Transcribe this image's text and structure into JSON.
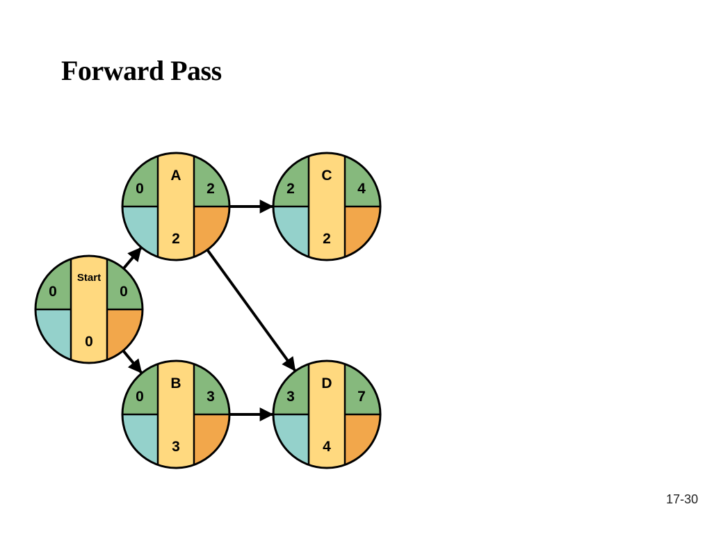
{
  "slide": {
    "title": "Forward Pass",
    "number": "17-30"
  },
  "colors": {
    "early_quadrant": "#86b97d",
    "late_quadrant": "#f2a74b",
    "slack_quadrant": "#94d1cb",
    "center_band": "#ffd97f",
    "outline": "#000000"
  },
  "nodes": [
    {
      "id": "start",
      "label": "Start",
      "es": "0",
      "ef": "0",
      "duration": "0"
    },
    {
      "id": "a",
      "label": "A",
      "es": "0",
      "ef": "2",
      "duration": "2"
    },
    {
      "id": "b",
      "label": "B",
      "es": "0",
      "ef": "3",
      "duration": "3"
    },
    {
      "id": "c",
      "label": "C",
      "es": "2",
      "ef": "4",
      "duration": "2"
    },
    {
      "id": "d",
      "label": "D",
      "es": "3",
      "ef": "7",
      "duration": "4"
    }
  ],
  "edges": [
    {
      "from": "start",
      "to": "a"
    },
    {
      "from": "start",
      "to": "b"
    },
    {
      "from": "a",
      "to": "c"
    },
    {
      "from": "a",
      "to": "d"
    },
    {
      "from": "b",
      "to": "d"
    }
  ]
}
